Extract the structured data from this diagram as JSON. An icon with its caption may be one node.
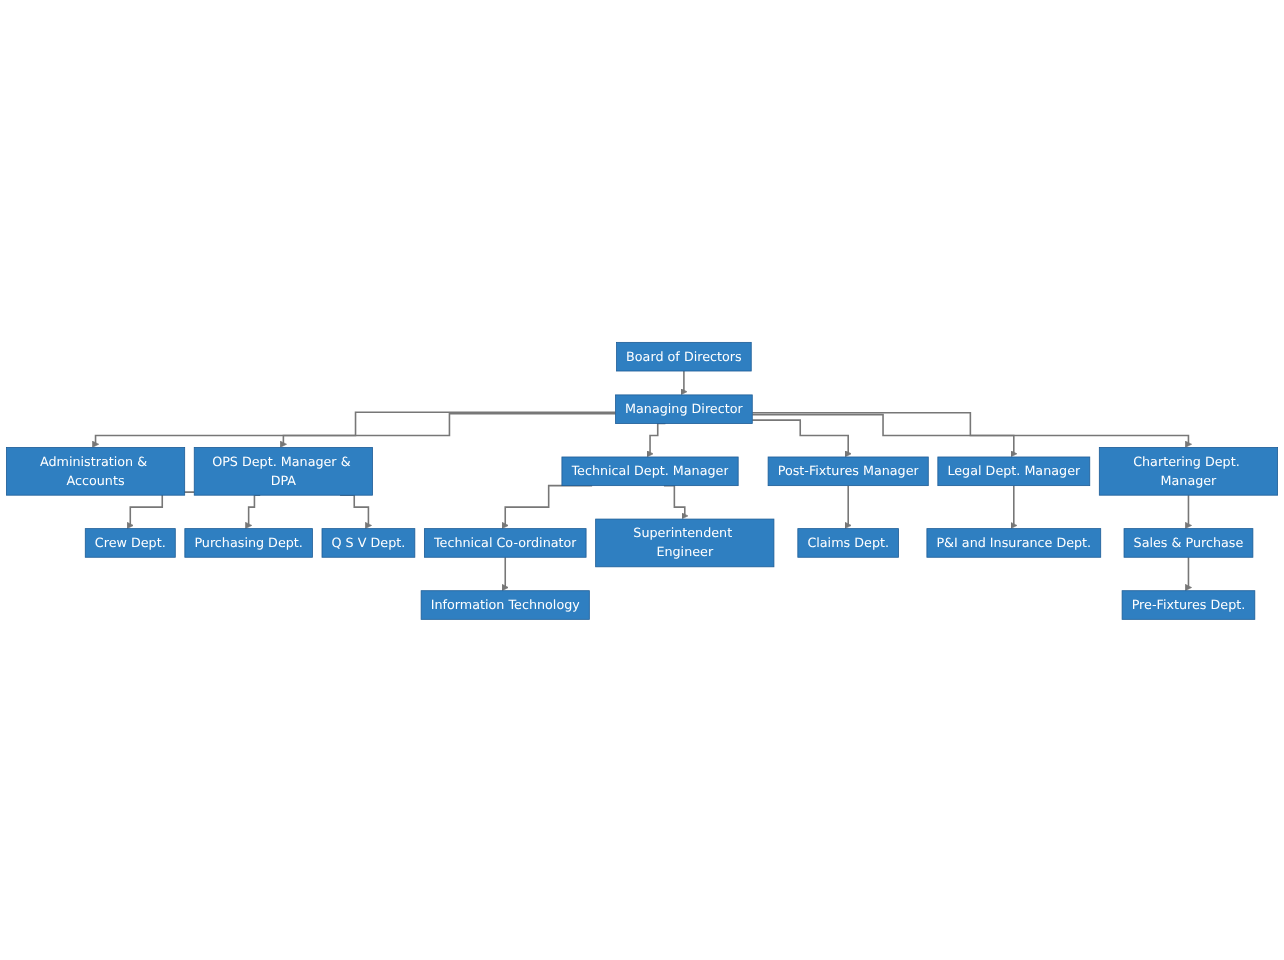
{
  "diagram": {
    "nodes": [
      {
        "text": [
          "Board of Directors"
        ]
      },
      {
        "text": [
          "Managing Director"
        ]
      },
      {
        "text": [
          "Administration & Accounts"
        ]
      },
      {
        "text": [
          "OPS Dept. Manager & DPA"
        ]
      },
      {
        "text": [
          "Technical Dept. Manager"
        ]
      },
      {
        "text": [
          "Post-Fixtures Manager"
        ]
      },
      {
        "text": [
          "Legal Dept. Manager"
        ]
      },
      {
        "text": [
          "Chartering Dept. Manager"
        ]
      },
      {
        "text": [
          "Crew Dept."
        ]
      },
      {
        "text": [
          "Purchasing Dept."
        ]
      },
      {
        "text": [
          "Q S V Dept."
        ]
      },
      {
        "text": [
          "Technical Co-ordinator"
        ]
      },
      {
        "text": [
          "Superintendent Engineer"
        ]
      },
      {
        "text": [
          "Claims Dept."
        ]
      },
      {
        "text": [
          "P&I and Insurance Dept."
        ]
      },
      {
        "text": [
          "Sales & Purchase"
        ]
      },
      {
        "text": [
          "Information Technology"
        ]
      },
      {
        "text": [
          "Pre-Fixtures Dept."
        ]
      }
    ],
    "edges": [
      {
        "from": 0,
        "to": 1,
        "arrow": "to"
      },
      {
        "from": 1,
        "to": 2,
        "arrow": "to"
      },
      {
        "from": 1,
        "to": 3,
        "arrow": "to"
      },
      {
        "from": 1,
        "to": 4,
        "arrow": "to"
      },
      {
        "from": 1,
        "to": 5,
        "arrow": "to"
      },
      {
        "from": 1,
        "to": 6,
        "arrow": "to"
      },
      {
        "from": 1,
        "to": 7,
        "arrow": "to"
      },
      {
        "from": 3,
        "to": 8,
        "arrow": "to"
      },
      {
        "from": 3,
        "to": 9,
        "arrow": "to"
      },
      {
        "from": 3,
        "to": 10,
        "arrow": "to"
      },
      {
        "from": 4,
        "to": 11,
        "arrow": "to"
      },
      {
        "from": 4,
        "to": 12,
        "arrow": "to"
      },
      {
        "from": 5,
        "to": 13,
        "arrow": "to"
      },
      {
        "from": 6,
        "to": 14,
        "arrow": "to"
      },
      {
        "from": 7,
        "to": 15,
        "arrow": "to"
      },
      {
        "from": 11,
        "to": 16,
        "arrow": "to"
      },
      {
        "from": 15,
        "to": 17,
        "arrow": "to"
      }
    ]
  }
}
